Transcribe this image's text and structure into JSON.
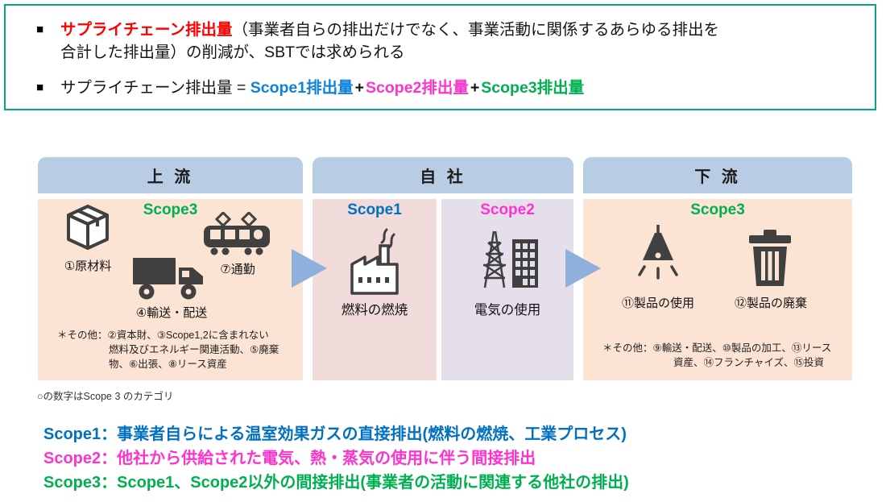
{
  "colors": {
    "box_border_teal": "#0ca38c",
    "header_blue": "#b8cce4",
    "panel_peach": "#fce4d4",
    "panel_rose": "#f2dcdb",
    "panel_lavender": "#e5dfec",
    "arrow_blue": "#8fafdc",
    "icon_gray": "#404040",
    "scope1_blue": "#0070c0",
    "scope1_blue_equation": "#0d82d8",
    "scope2_magenta": "#ff33cc",
    "scope3_green": "#00b050",
    "highlight_red": "#ff0000"
  },
  "summary_box": {
    "bullet_char": "■",
    "item1": {
      "highlight": "サプライチェーン排出量",
      "line1_rest": "（事業者自らの排出だけでなく、事業活動に関係するあらゆる排出を",
      "line2": "合計した排出量）の削減が、SBTでは求められる"
    },
    "item2": {
      "prefix": "サプライチェーン排出量 = ",
      "scope1": "Scope1排出量",
      "plus1": "+",
      "scope2": "Scope2排出量",
      "plus2": "+",
      "scope3": "Scope3排出量"
    }
  },
  "diagram": {
    "upstream": {
      "header": "上 流",
      "scope_label": "Scope3",
      "items": [
        {
          "icon": "package-icon",
          "label": "①原材料"
        },
        {
          "icon": "truck-icon",
          "label": "④輸送・配送"
        },
        {
          "icon": "train-icon",
          "label": "⑦通勤"
        }
      ],
      "note_line1": "＊その他：②資本財、③Scope1,2に含まれない",
      "note_line2": "燃料及びエネルギー関連活動、⑤廃棄",
      "note_line3": "物、⑥出張、⑧リース資産"
    },
    "own_company": {
      "header": "自 社",
      "scope1": {
        "label": "Scope1",
        "icon": "factory-icon",
        "caption": "燃料の燃焼"
      },
      "scope2": {
        "label": "Scope2",
        "icon": "power-grid-building-icon",
        "caption": "電気の使用"
      }
    },
    "downstream": {
      "header": "下 流",
      "scope_label": "Scope3",
      "items": [
        {
          "icon": "pendant-lamp-icon",
          "label": "⑪製品の使用"
        },
        {
          "icon": "trash-bin-icon",
          "label": "⑫製品の廃棄"
        }
      ],
      "note_line1": "＊その他：⑨輸送・配送、⑩製品の加工、⑬リース",
      "note_line2": "資産、⑭フランチャイズ、⑮投資"
    },
    "caption": "○の数字はScope 3 のカテゴリ"
  },
  "definitions": [
    {
      "name": "scope1",
      "color": "#0070c0",
      "text": "Scope1：事業者自らによる温室効果ガスの直接排出(燃料の燃焼、工業プロセス)"
    },
    {
      "name": "scope2",
      "color": "#ff33cc",
      "text": "Scope2：他社から供給された電気、熱・蒸気の使用に伴う間接排出"
    },
    {
      "name": "scope3",
      "color": "#00b050",
      "text": "Scope3：Scope1、Scope2以外の間接排出(事業者の活動に関連する他社の排出)"
    }
  ]
}
